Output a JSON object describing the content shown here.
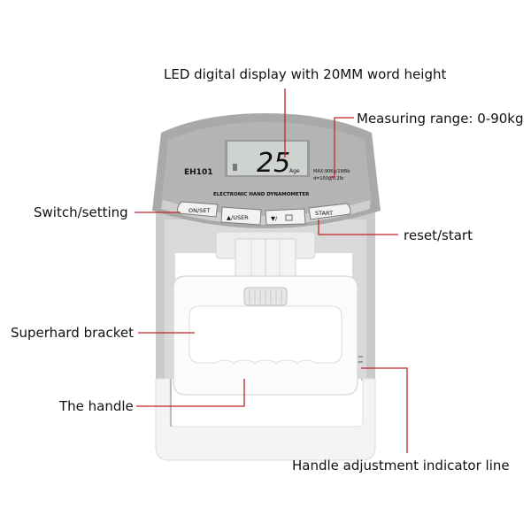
{
  "callouts": {
    "led_display": "LED digital display with 20MM word height",
    "measuring_range": "Measuring range: 0-90kg",
    "switch_setting": "Switch/setting",
    "reset_start": "reset/start",
    "superhard_bracket": "Superhard bracket",
    "handle": "The handle",
    "adjustment_line": "Handle adjustment indicator line"
  },
  "device": {
    "model": "EH101",
    "title": "ELECTRONIC HAND DYNAMOMETER",
    "display_value": "25",
    "display_unit": "Age",
    "spec_line1": "MAX:90Kg/198lb",
    "spec_line2": "d=100g/0.2lb",
    "buttons": {
      "on_set": "ON/SET",
      "user": "▲/USER",
      "down": "▼/",
      "start": "START"
    }
  },
  "colors": {
    "callout_line": "#c0262c",
    "body_gray": "#a9a9a9",
    "frame_gray": "#c8c8c8",
    "lcd": "#cfd3cf"
  }
}
